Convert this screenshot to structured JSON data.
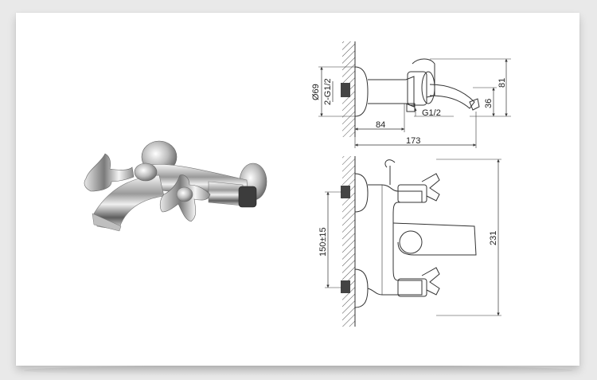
{
  "dimensions": {
    "flange_diameter": "Ø69",
    "inlet_thread": "2-G1/2",
    "total_height": "81",
    "spout_height": "36",
    "outlet_thread": "G1/2",
    "inlet_offset": "84",
    "total_length": "173",
    "center_distance": "150±15",
    "total_width": "231"
  },
  "colors": {
    "background": "#e9e9e9",
    "card": "#ffffff",
    "line": "#333333",
    "chrome_dark": "#6a6a6a",
    "chrome_light": "#f4f4f4"
  }
}
